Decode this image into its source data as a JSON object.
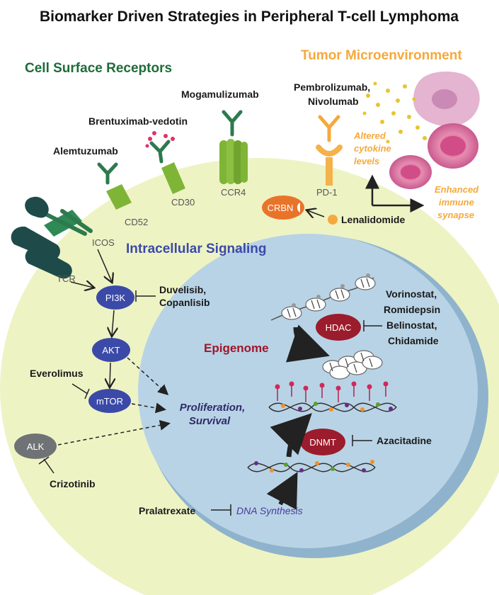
{
  "title": "Biomarker Driven Strategies in Peripheral T-cell Lymphoma",
  "sections": {
    "surface": "Cell Surface Receptors",
    "microenvironment": "Tumor Microenvironment",
    "intracellular": "Intracellular Signaling",
    "epigenome": "Epigenome"
  },
  "drugs": {
    "alemtuzumab": "Alemtuzumab",
    "brentuximab": "Brentuximab-vedotin",
    "mogamulizumab": "Mogamulizumab",
    "pembro_line1": "Pembrolizumab,",
    "pembro_line2": "Nivolumab",
    "lenalidomide": "Lenalidomide",
    "duvelisib_line1": "Duvelisib,",
    "duvelisib_line2": "Copanlisib",
    "everolimus": "Everolimus",
    "crizotinib": "Crizotinib",
    "hdac_line1": "Vorinostat,",
    "hdac_line2": "Romidepsin",
    "hdac_line3": "Belinostat,",
    "hdac_line4": "Chidamide",
    "azacitadine": "Azacitadine",
    "pralatrexate": "Pralatrexate"
  },
  "receptors": {
    "cd52": "CD52",
    "cd30": "CD30",
    "ccr4": "CCR4",
    "pd1": "PD-1",
    "icos": "ICOS",
    "tcr": "TCR"
  },
  "nodes": {
    "crbn": "CRBN",
    "pi3k": "PI3K",
    "akt": "AKT",
    "mtor": "mTOR",
    "alk": "ALK",
    "hdac": "HDAC",
    "dnmt": "DNMT"
  },
  "outcomes": {
    "prolif_line1": "Proliferation,",
    "prolif_line2": "Survival",
    "cytokine_line1": "Altered",
    "cytokine_line2": "cytokine",
    "cytokine_line3": "levels",
    "synapse_line1": "Enhanced",
    "synapse_line2": "immune",
    "synapse_line3": "synapse",
    "dna_synthesis": "DNA Synthesis"
  },
  "colors": {
    "cell_fill": "#eef3c4",
    "nucleus_fill": "#b9d3e6",
    "node_blue": "#3b4aa8",
    "node_red": "#9b1c2c",
    "node_orange": "#e8742a",
    "node_gray": "#6f7376",
    "receptor_green": "#7fb536",
    "antibody_green": "#2d7a4e",
    "dark_teal": "#1f4a4a",
    "pd1_orange": "#f5b14a"
  }
}
